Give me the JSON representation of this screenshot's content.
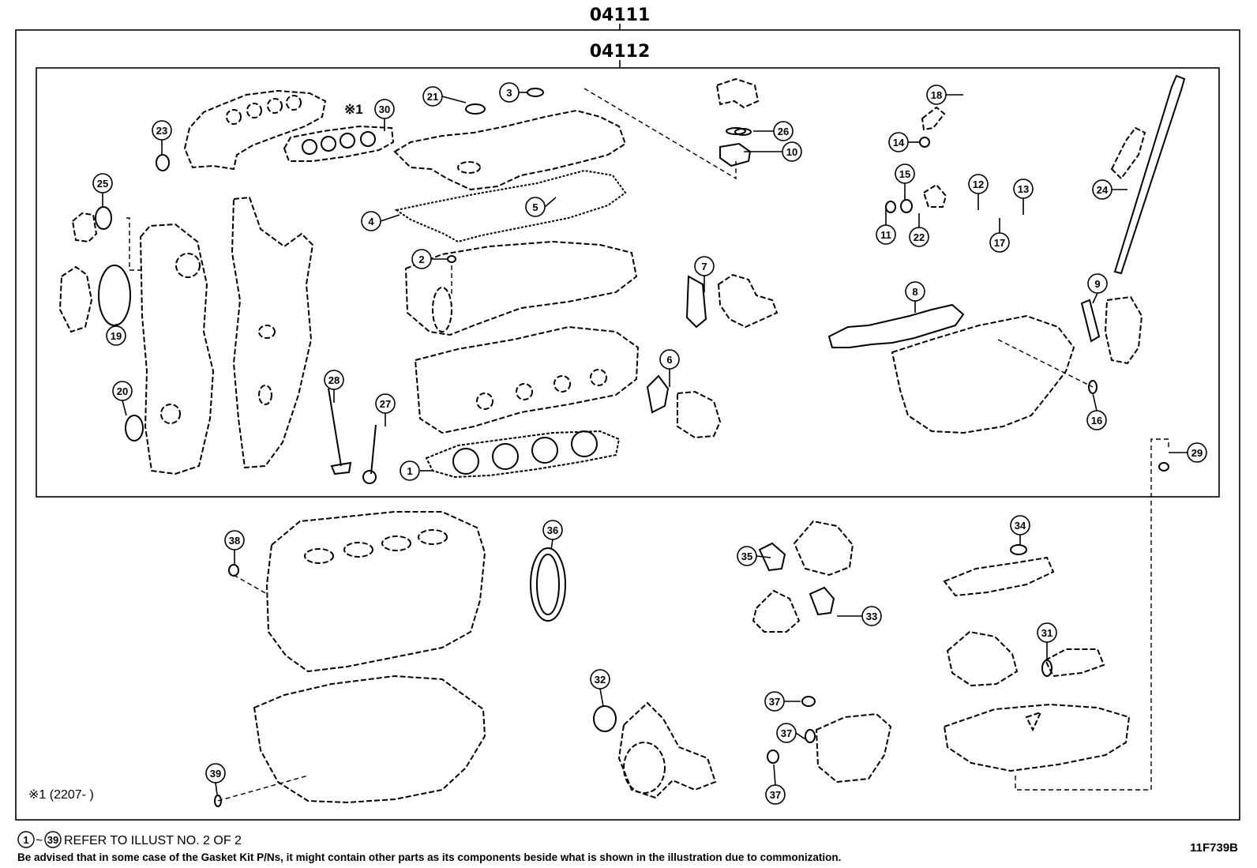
{
  "header": {
    "outer_code": "04111",
    "inner_code": "04112"
  },
  "note_mark": "※1",
  "note_date": "※1 (2207-      )",
  "refer_note": {
    "range_start": "1",
    "range_separator": "~",
    "range_end": "39",
    "text": "REFER TO ILLUST NO. 2 OF 2"
  },
  "disclaimer": "Be advised that in some case of the Gasket Kit P/Ns,  it might contain other parts as its components beside what is shown in the illustration due to commonization.",
  "illustration_code": "11F739B",
  "callouts": [
    "1",
    "2",
    "3",
    "4",
    "5",
    "6",
    "7",
    "8",
    "9",
    "10",
    "11",
    "12",
    "13",
    "14",
    "15",
    "16",
    "17",
    "18",
    "19",
    "20",
    "21",
    "22",
    "23",
    "24",
    "25",
    "26",
    "27",
    "28",
    "29",
    "30",
    "31",
    "32",
    "33",
    "34",
    "35",
    "36",
    "37",
    "37",
    "37",
    "38",
    "39"
  ]
}
